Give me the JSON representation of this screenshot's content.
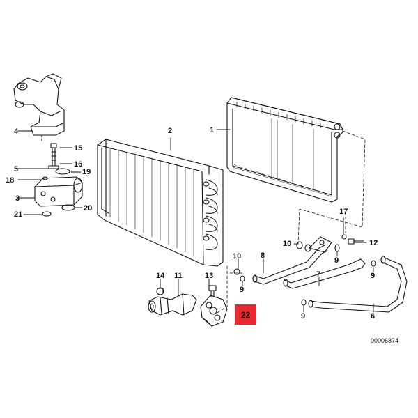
{
  "callouts": [
    {
      "id": "c1",
      "text": "1"
    },
    {
      "id": "c2",
      "text": "2"
    },
    {
      "id": "c3",
      "text": "3"
    },
    {
      "id": "c4",
      "text": "4"
    },
    {
      "id": "c5",
      "text": "5"
    },
    {
      "id": "c6",
      "text": "6"
    },
    {
      "id": "c7",
      "text": "7"
    },
    {
      "id": "c8",
      "text": "8"
    },
    {
      "id": "c9a",
      "text": "9"
    },
    {
      "id": "c9b",
      "text": "9"
    },
    {
      "id": "c9c",
      "text": "9"
    },
    {
      "id": "c9d",
      "text": "9"
    },
    {
      "id": "c10a",
      "text": "10"
    },
    {
      "id": "c10b",
      "text": "10"
    },
    {
      "id": "c11",
      "text": "11"
    },
    {
      "id": "c12",
      "text": "12"
    },
    {
      "id": "c13",
      "text": "13"
    },
    {
      "id": "c14",
      "text": "14"
    },
    {
      "id": "c15",
      "text": "15"
    },
    {
      "id": "c16",
      "text": "16"
    },
    {
      "id": "c17",
      "text": "17"
    },
    {
      "id": "c18",
      "text": "18"
    },
    {
      "id": "c19",
      "text": "19"
    },
    {
      "id": "c20",
      "text": "20"
    },
    {
      "id": "c21",
      "text": "21"
    }
  ],
  "highlight": {
    "text": "22",
    "color": "#e8282f"
  },
  "document_number": "00006874"
}
